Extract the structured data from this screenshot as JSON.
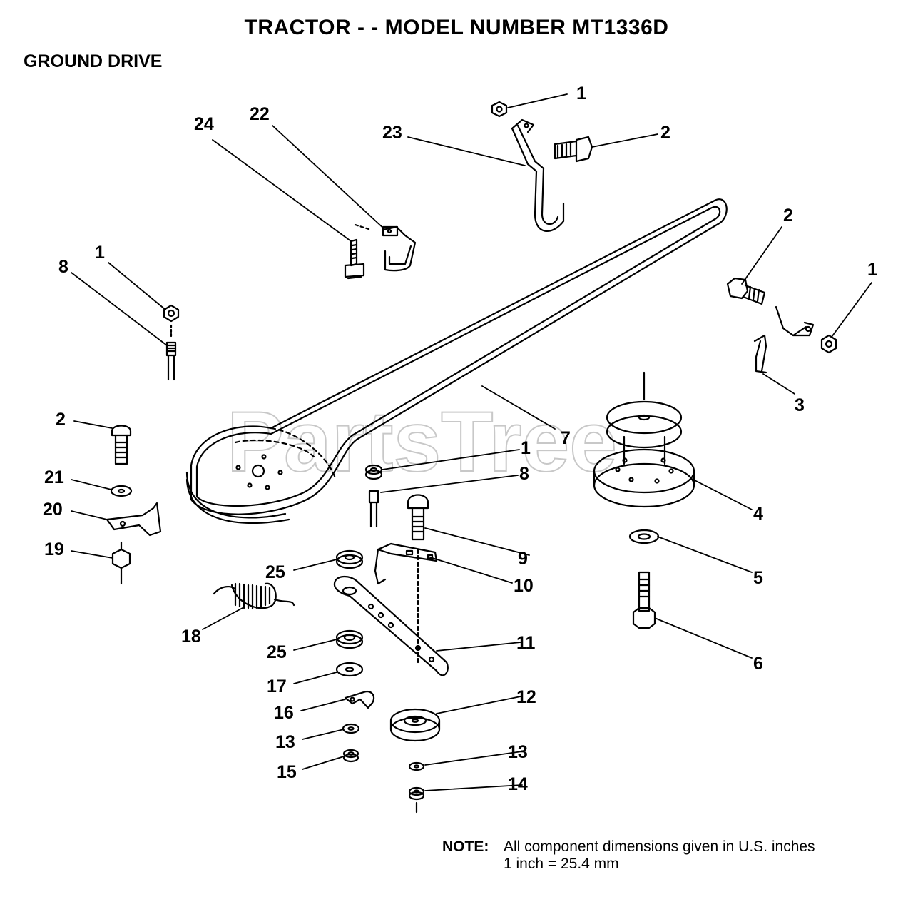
{
  "header": {
    "title": "TRACTOR - - MODEL NUMBER MT1336D",
    "section": "GROUND DRIVE"
  },
  "watermark": "PartsTree",
  "callouts": [
    {
      "id": "c1a",
      "text": "1"
    },
    {
      "id": "c2a",
      "text": "2"
    },
    {
      "id": "c23",
      "text": "23"
    },
    {
      "id": "c24",
      "text": "24"
    },
    {
      "id": "c22",
      "text": "22"
    },
    {
      "id": "c2b",
      "text": "2"
    },
    {
      "id": "c1b",
      "text": "1"
    },
    {
      "id": "c1c",
      "text": "1"
    },
    {
      "id": "c8a",
      "text": "8"
    },
    {
      "id": "c3",
      "text": "3"
    },
    {
      "id": "c7",
      "text": "7"
    },
    {
      "id": "c1d",
      "text": "1"
    },
    {
      "id": "c8b",
      "text": "8"
    },
    {
      "id": "c2c",
      "text": "2"
    },
    {
      "id": "c21",
      "text": "21"
    },
    {
      "id": "c20",
      "text": "20"
    },
    {
      "id": "c19",
      "text": "19"
    },
    {
      "id": "c4",
      "text": "4"
    },
    {
      "id": "c9",
      "text": "9"
    },
    {
      "id": "c5",
      "text": "5"
    },
    {
      "id": "c25a",
      "text": "25"
    },
    {
      "id": "c10",
      "text": "10"
    },
    {
      "id": "c18",
      "text": "18"
    },
    {
      "id": "c11",
      "text": "11"
    },
    {
      "id": "c6",
      "text": "6"
    },
    {
      "id": "c25b",
      "text": "25"
    },
    {
      "id": "c17",
      "text": "17"
    },
    {
      "id": "c12",
      "text": "12"
    },
    {
      "id": "c16",
      "text": "16"
    },
    {
      "id": "c13a",
      "text": "13"
    },
    {
      "id": "c13b",
      "text": "13"
    },
    {
      "id": "c15",
      "text": "15"
    },
    {
      "id": "c14",
      "text": "14"
    }
  ],
  "note": {
    "label": "NOTE:",
    "line1": "All component dimensions given in U.S. inches",
    "line2": "1 inch = 25.4 mm"
  }
}
